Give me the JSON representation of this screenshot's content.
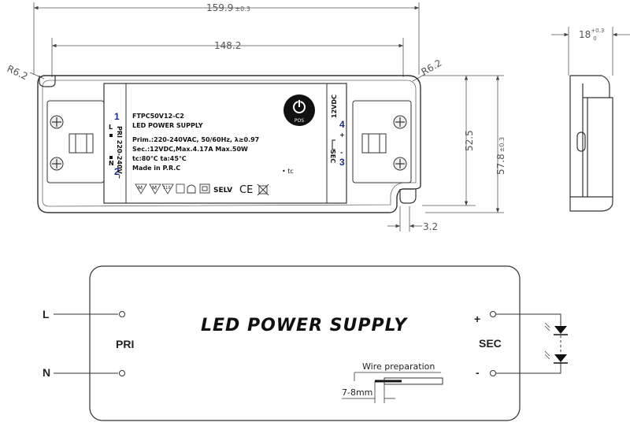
{
  "dimensions": {
    "overall_length": "159.9",
    "overall_length_tol": "±0.3",
    "hole_pitch": "148.2",
    "radius_left": "R6.2",
    "radius_right": "R6.2",
    "body_height": "52.5",
    "overall_height": "57.8",
    "overall_height_tol": "±0.3",
    "slot_width": "3.2",
    "thickness": "18",
    "thickness_tol_upper": "+0.3",
    "thickness_tol_lower": "0"
  },
  "label": {
    "model": "FTPC50V12-C2",
    "title": "LED POWER SUPPLY",
    "prim": "Prim.:220-240VAC, 50/60Hz, λ≥0.97",
    "sec": "Sec.:12VDC,Max.4.17A Max.50W",
    "temps": "tc:80℃  ta:45℃",
    "made": "Made in P.R.C",
    "tc_mark": "• tc",
    "logo_text": "POS",
    "selv": "SELV",
    "ce": "CE",
    "input_side_text": "PRI  220-240V~",
    "output_side_text": "12VDC",
    "output_sec_text": "SEC",
    "pin1": "1",
    "pin2": "2",
    "pin3": "3",
    "pin4": "4",
    "pin_l": "L",
    "pin_n": "N",
    "pin_plus": "+",
    "pin_minus": "-",
    "symbol_m1": "M",
    "symbol_m2": "M",
    "symbol_110": "110"
  },
  "wiring": {
    "input_l": "L",
    "input_n": "N",
    "pri": "PRI",
    "sec": "SEC",
    "plus": "+",
    "minus": "-",
    "box_title": "LED POWER SUPPLY",
    "wire_prep": "Wire preparation",
    "strip_length": "7-8mm"
  }
}
